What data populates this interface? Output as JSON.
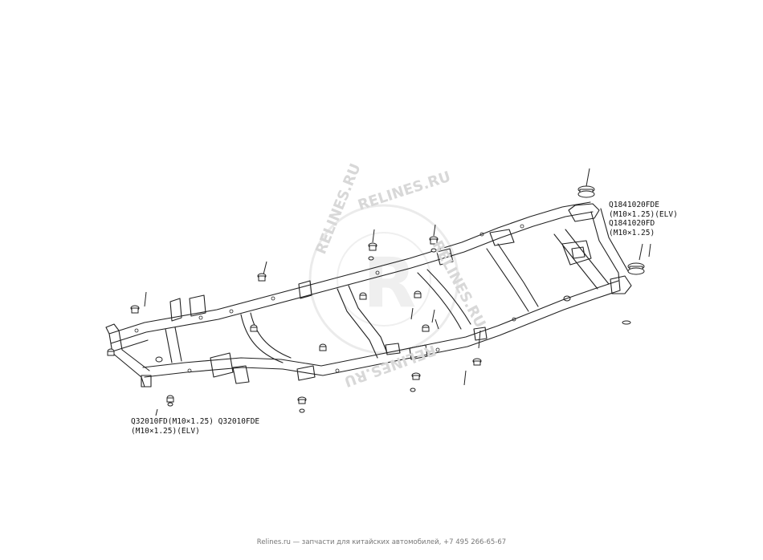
{
  "callouts": {
    "right": [
      "Q1841020FDE",
      "(M10×1.25)(ELV)",
      "Q1841020FD",
      "(M10×1.25)"
    ],
    "left": [
      "Q32010FD(M10×1.25) Q32010FDE",
      "(M10×1.25)(ELV)"
    ]
  },
  "watermark": {
    "brand": "RELINES.RU",
    "letter": "R"
  },
  "footer": {
    "text": "Relines.ru — запчасти для китайских автомобилей, +7 495 266-65-67"
  },
  "colors": {
    "line": "#222222",
    "watermark": "#d4d4d4",
    "footer": "#777777"
  }
}
